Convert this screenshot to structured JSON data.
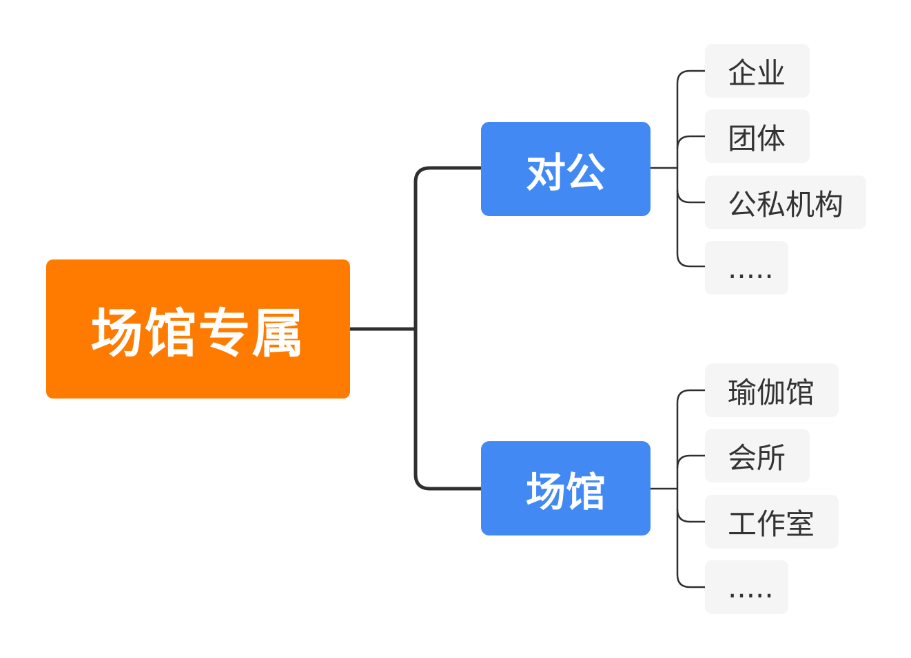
{
  "colors": {
    "root_fill": "#ff7b00",
    "branch_fill": "#4289f4",
    "leaf_fill": "#f5f5f5",
    "node_text_light": "#ffffff",
    "leaf_text": "#333333",
    "main_connector": "#2f2f2f",
    "leaf_connector": "#2f2f2f"
  },
  "root": {
    "label": "场馆专属"
  },
  "branches": [
    {
      "label": "对公",
      "children": [
        "企业",
        "团体",
        "公私机构",
        "....."
      ]
    },
    {
      "label": "场馆",
      "children": [
        "瑜伽馆",
        "会所",
        "工作室",
        "....."
      ]
    }
  ]
}
